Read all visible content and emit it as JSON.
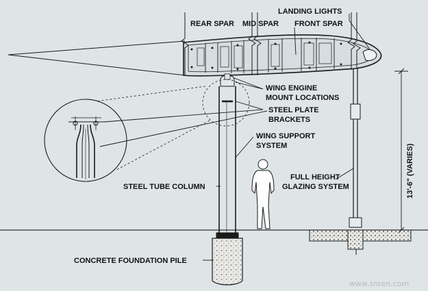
{
  "labels": {
    "landing_lights": "LANDING LIGHTS",
    "rear_spar": "REAR SPAR",
    "mid_spar": "MID SPAR",
    "front_spar": "FRONT SPAR",
    "engine_mount_1": "WING ENGINE",
    "engine_mount_2": "MOUNT LOCATIONS",
    "steel_plate_1": "STEEL PLATE",
    "steel_plate_2": "BRACKETS",
    "wing_support_1": "WING SUPPORT",
    "wing_support_2": "SYSTEM",
    "steel_tube_column": "STEEL TUBE COLUMN",
    "glazing_1": "FULL HEIGHT",
    "glazing_2": "GLAZING SYSTEM",
    "height_dimension": "13'-6\" (VARIES)",
    "concrete_pile": "CONCRETE FOUNDATION PILE"
  },
  "watermark": "www.snren.com",
  "colors": {
    "background": "#dfe5e7",
    "line": "#1a1a1a",
    "concrete": "#e9eae6"
  }
}
